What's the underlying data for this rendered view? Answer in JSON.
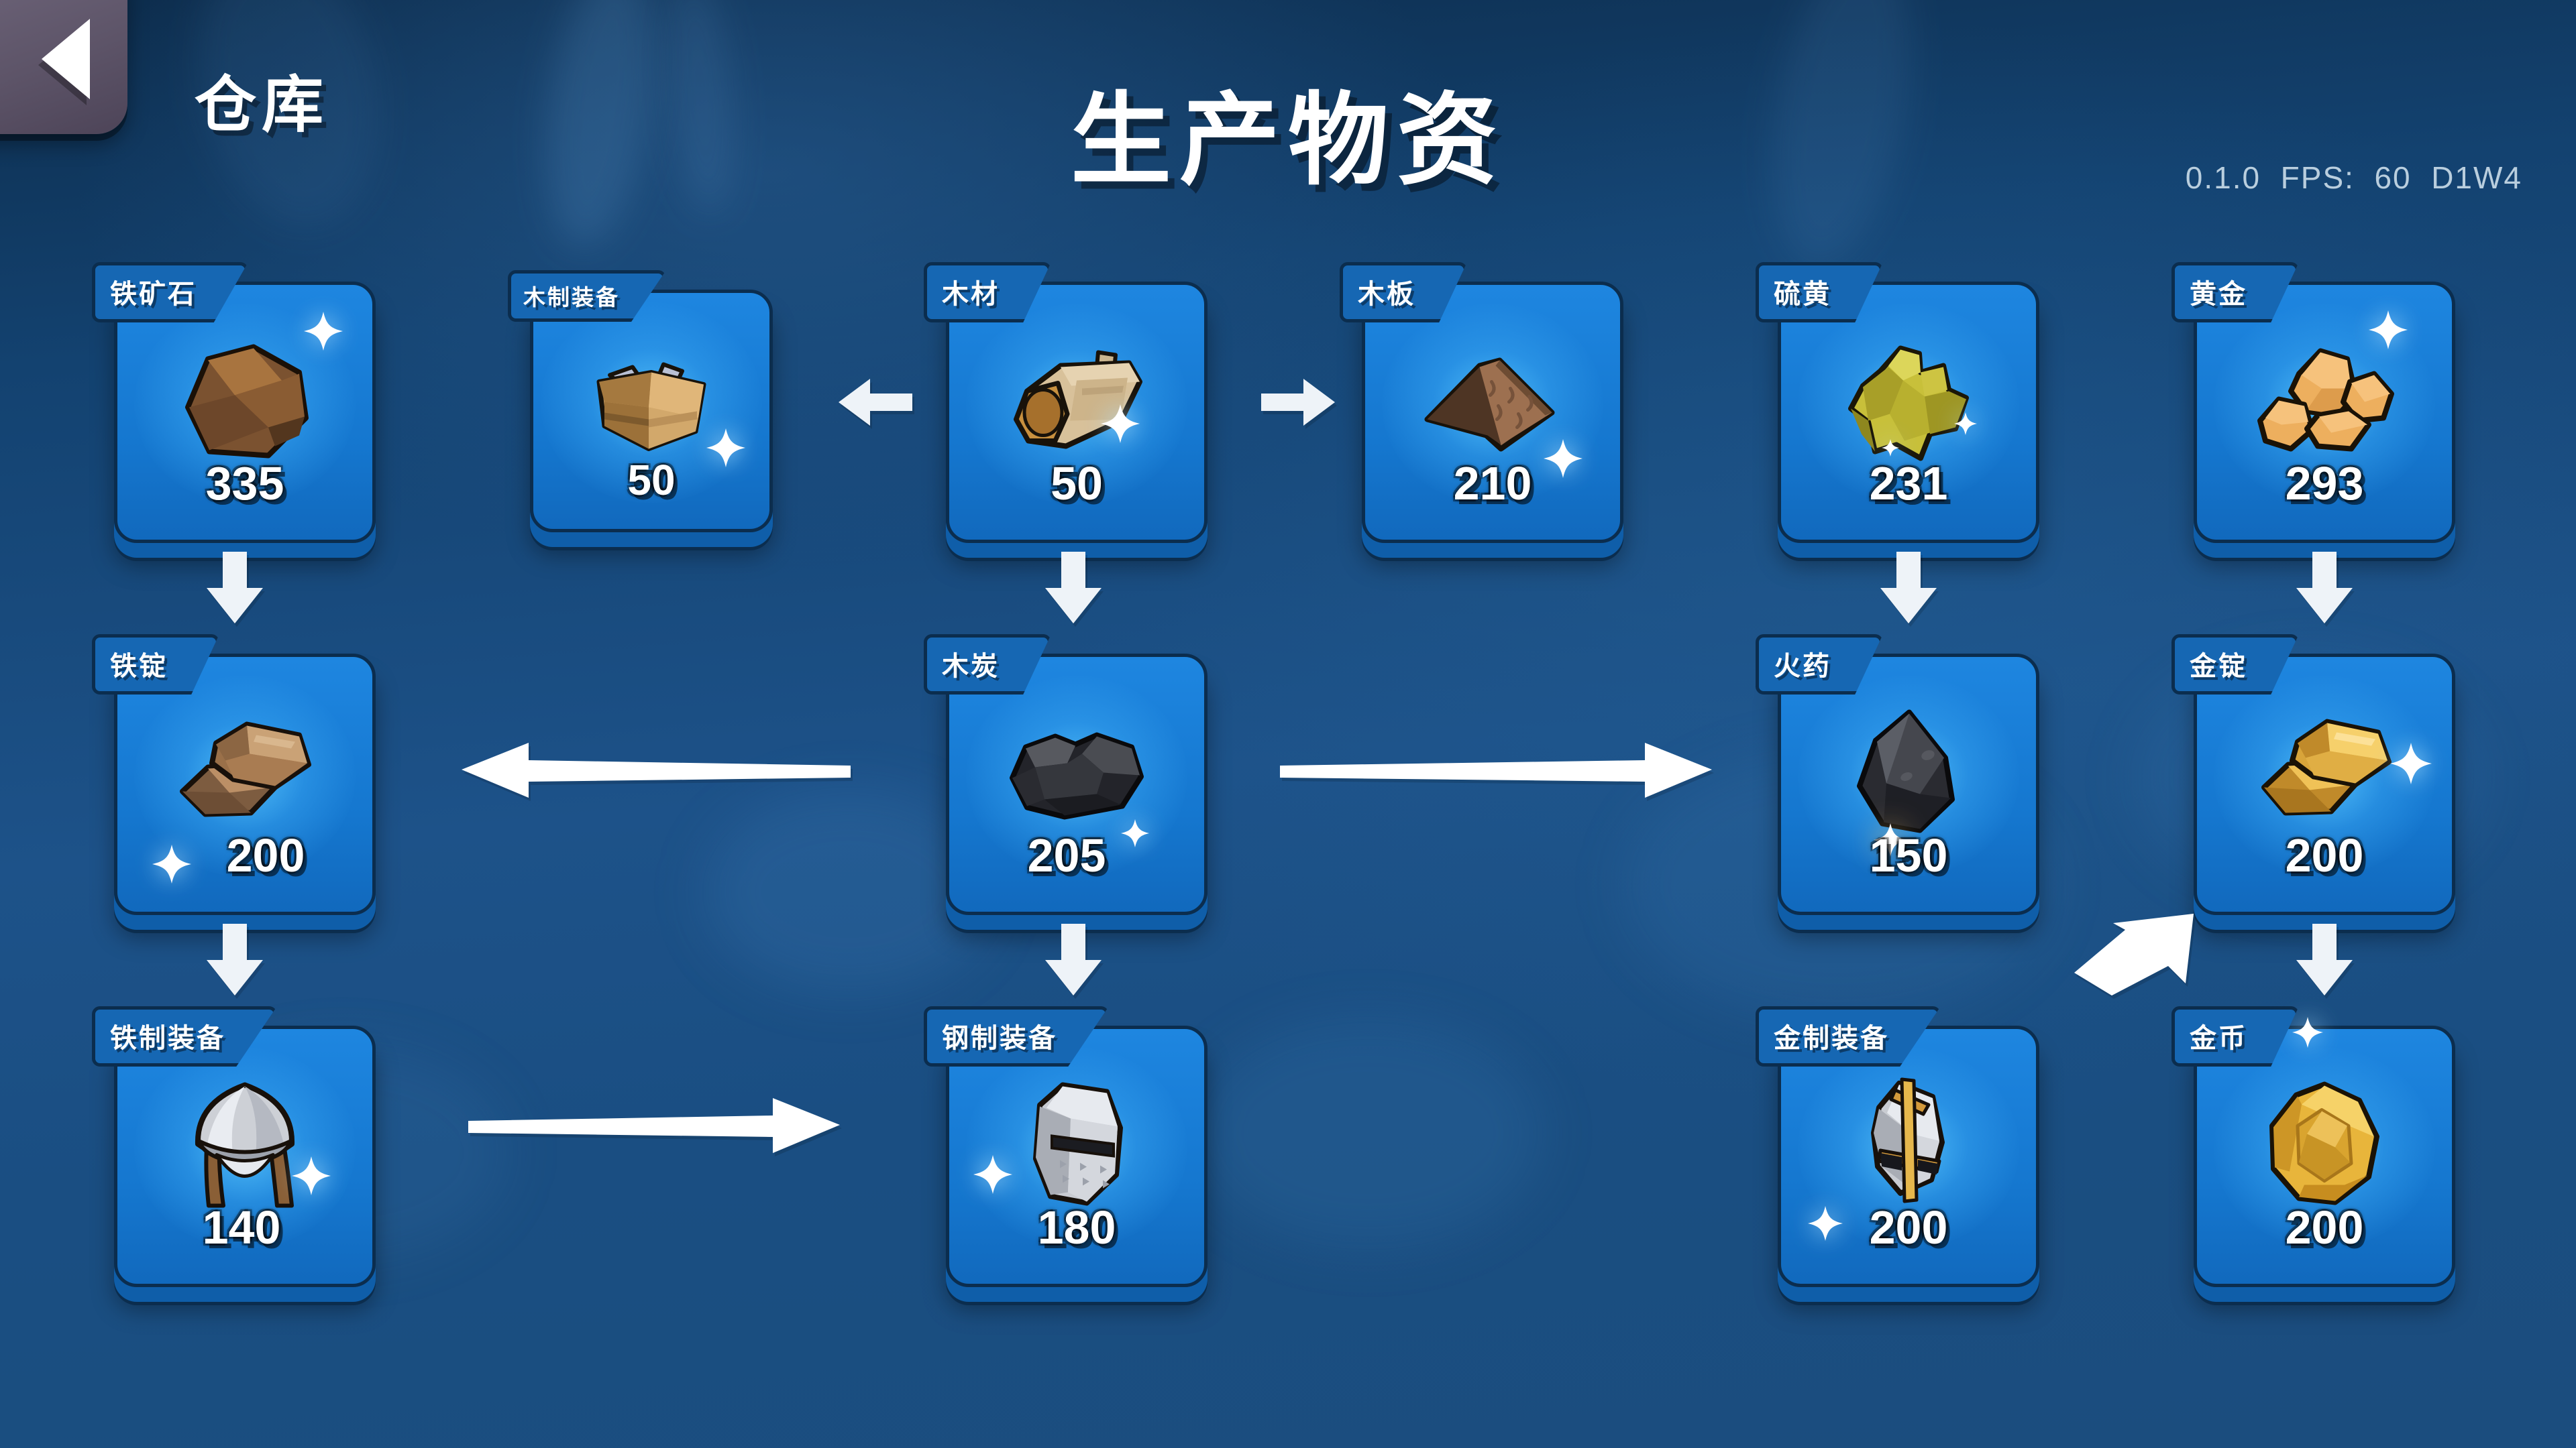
{
  "header": {
    "back_icon": "back-triangle-icon",
    "warehouse_label": "仓库",
    "page_title": "生产物资",
    "version_info": "0.1.0  FPS:  60  D1W4"
  },
  "resources": [
    {
      "id": "iron-ore",
      "name": "铁矿石",
      "count": "335",
      "icon": "iron-ore-icon",
      "row": 1,
      "col": 1
    },
    {
      "id": "wooden-gear",
      "name": "木制装备",
      "count": "50",
      "icon": "wooden-crate-icon",
      "row": 1,
      "col": 2
    },
    {
      "id": "wood",
      "name": "木材",
      "count": "50",
      "icon": "log-icon",
      "row": 1,
      "col": 3
    },
    {
      "id": "plank",
      "name": "木板",
      "count": "210",
      "icon": "plank-icon",
      "row": 1,
      "col": 4
    },
    {
      "id": "sulfur",
      "name": "硫黄",
      "count": "231",
      "icon": "sulfur-crystal-icon",
      "row": 1,
      "col": 5
    },
    {
      "id": "gold-ore",
      "name": "黄金",
      "count": "293",
      "icon": "gold-nugget-icon",
      "row": 1,
      "col": 6
    },
    {
      "id": "iron-ingot",
      "name": "铁锭",
      "count": "200",
      "icon": "iron-ingot-icon",
      "row": 2,
      "col": 1
    },
    {
      "id": "charcoal",
      "name": "木炭",
      "count": "205",
      "icon": "charcoal-icon",
      "row": 2,
      "col": 3
    },
    {
      "id": "gunpowder",
      "name": "火药",
      "count": "150",
      "icon": "gunpowder-icon",
      "row": 2,
      "col": 5
    },
    {
      "id": "gold-ingot",
      "name": "金锭",
      "count": "200",
      "icon": "gold-ingot-icon",
      "row": 2,
      "col": 6
    },
    {
      "id": "iron-equipment",
      "name": "铁制装备",
      "count": "140",
      "icon": "iron-helmet-icon",
      "row": 3,
      "col": 1
    },
    {
      "id": "steel-equipment",
      "name": "钢制装备",
      "count": "180",
      "icon": "steel-helmet-icon",
      "row": 3,
      "col": 3
    },
    {
      "id": "gold-equipment",
      "name": "金制装备",
      "count": "200",
      "icon": "gold-helmet-icon",
      "row": 3,
      "col": 5
    },
    {
      "id": "gold-coin",
      "name": "金币",
      "count": "200",
      "icon": "coin-icon",
      "row": 3,
      "col": 6
    }
  ],
  "flow_arrows": [
    {
      "id": "wood-to-wooden-gear",
      "direction": "left",
      "kind": "short"
    },
    {
      "id": "wood-to-plank",
      "direction": "right",
      "kind": "short"
    },
    {
      "id": "iron-ore-down",
      "direction": "down",
      "kind": "stub"
    },
    {
      "id": "wood-down",
      "direction": "down",
      "kind": "stub"
    },
    {
      "id": "sulfur-down",
      "direction": "down",
      "kind": "stub"
    },
    {
      "id": "gold-ore-down",
      "direction": "down",
      "kind": "stub"
    },
    {
      "id": "charcoal-to-iron",
      "direction": "left",
      "kind": "long"
    },
    {
      "id": "charcoal-to-powder",
      "direction": "right",
      "kind": "long"
    },
    {
      "id": "iron-ingot-down",
      "direction": "down",
      "kind": "stub"
    },
    {
      "id": "charcoal-down",
      "direction": "down",
      "kind": "stub"
    },
    {
      "id": "gold-ingot-down",
      "direction": "down",
      "kind": "stub"
    },
    {
      "id": "gold-ingot-diagonal",
      "direction": "down-left",
      "kind": "diagonal"
    },
    {
      "id": "iron-eq-to-steel-eq",
      "direction": "right",
      "kind": "long"
    }
  ],
  "colors": {
    "card_blue": "#1e86e0",
    "card_border": "#0b2d4e",
    "banner_blue": "#1667b3",
    "background_deep": "#0d2d4d",
    "accent_white": "#ffffff"
  }
}
